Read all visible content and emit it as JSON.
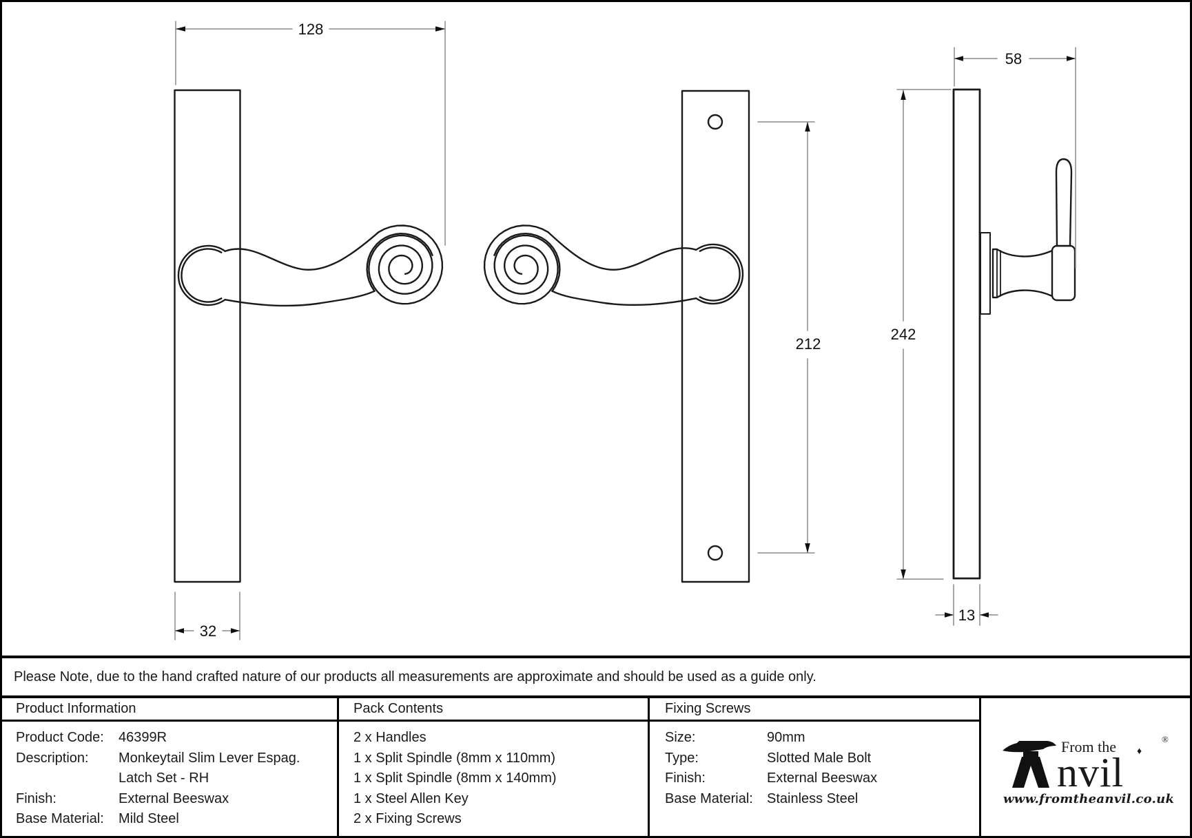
{
  "note": "Please Note, due to the hand crafted nature of our products all measurements are approximate and should be used as a guide only.",
  "dimensions": {
    "lever_length": "128",
    "plate_width": "32",
    "screw_centres": "212",
    "projection": "58",
    "plate_height": "242",
    "plate_depth": "13"
  },
  "table": {
    "product_information": {
      "header": "Product Information",
      "rows": [
        {
          "label": "Product Code:",
          "value": "46399R"
        },
        {
          "label": "Description:",
          "value": "Monkeytail Slim Lever Espag."
        },
        {
          "label": "",
          "value": "Latch Set - RH"
        },
        {
          "label": "Finish:",
          "value": "External Beeswax"
        },
        {
          "label": "Base Material:",
          "value": "Mild Steel"
        }
      ]
    },
    "pack_contents": {
      "header": "Pack Contents",
      "items": [
        "2 x Handles",
        "1 x Split Spindle (8mm x 110mm)",
        "1 x Split Spindle (8mm x 140mm)",
        "1 x Steel Allen Key",
        "2 x Fixing Screws"
      ]
    },
    "fixing_screws": {
      "header": "Fixing Screws",
      "rows": [
        {
          "label": "Size:",
          "value": "90mm"
        },
        {
          "label": "Type:",
          "value": "Slotted Male Bolt"
        },
        {
          "label": "Finish:",
          "value": "External Beeswax"
        },
        {
          "label": "Base Material:",
          "value": "Stainless Steel"
        }
      ]
    }
  },
  "logo": {
    "prefix": "From the",
    "name": "Anvil",
    "name_tail": "nvil",
    "diamond": "♦",
    "registered": "®",
    "url": "www.fromtheanvil.co.uk",
    "anvil_icon": "anvil-silhouette"
  },
  "colors": {
    "line": "#1a1a1a",
    "dimension_line": "#8a8a8a",
    "background": "#ffffff",
    "border": "#000000"
  }
}
